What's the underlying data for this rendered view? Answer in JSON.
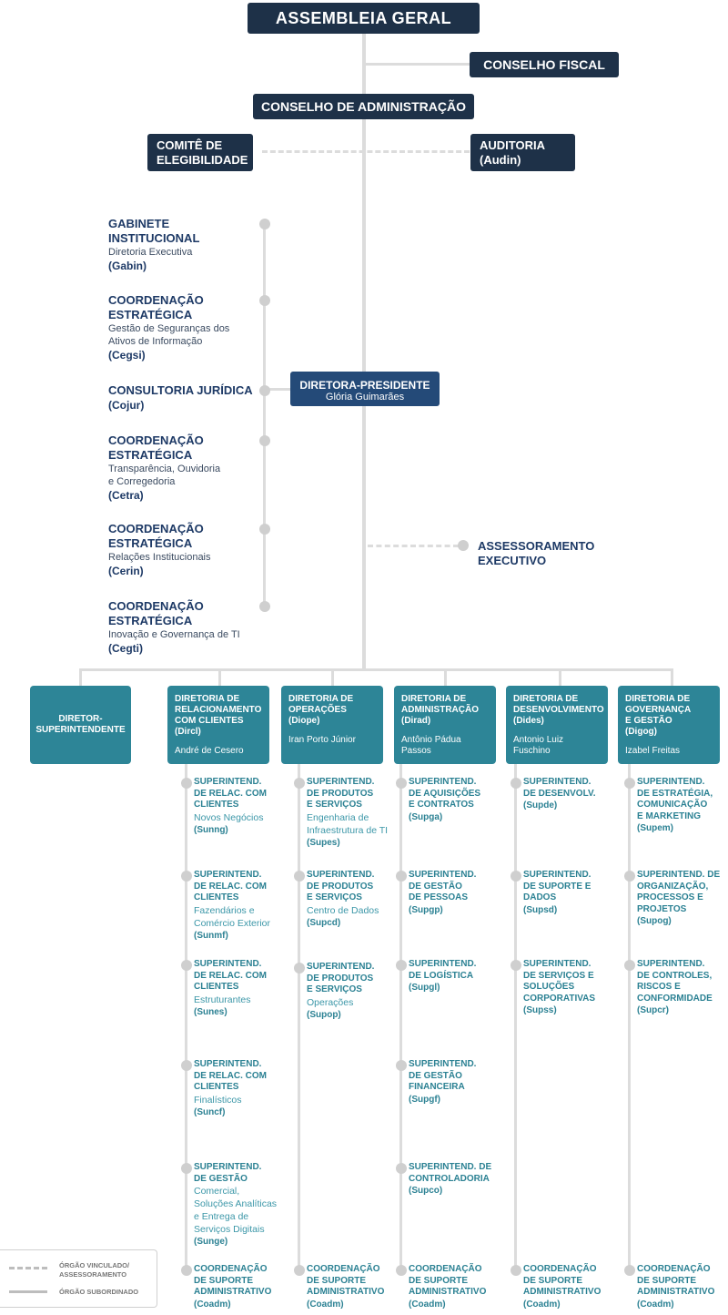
{
  "top": {
    "assembleia": "ASSEMBLEIA GERAL",
    "conselho_fiscal": "CONSELHO FISCAL",
    "conselho_adm": "CONSELHO DE ADMINISTRAÇÃO",
    "comite": "COMITÊ DE\nELEGIBILIDADE",
    "auditoria": "AUDITORIA\n(Audin)"
  },
  "presidente": {
    "title": "DIRETORA-PRESIDENTE",
    "name": "Glória Guimarães"
  },
  "assessoramento": "ASSESSORAMENTO\nEXECUTIVO",
  "left_units": [
    {
      "title": "GABINETE\nINSTITUCIONAL",
      "sub": "Diretoria Executiva",
      "code": "(Gabin)"
    },
    {
      "title": "COORDENAÇÃO\nESTRATÉGICA",
      "sub": "Gestão de Seguranças dos\nAtivos de Informação",
      "code": "(Cegsi)"
    },
    {
      "title": "CONSULTORIA JURÍDICA",
      "sub": "",
      "code": "(Cojur)"
    },
    {
      "title": "COORDENAÇÃO\nESTRATÉGICA",
      "sub": "Transparência, Ouvidoria\ne Corregedoria",
      "code": "(Cetra)"
    },
    {
      "title": "COORDENAÇÃO\nESTRATÉGICA",
      "sub": "Relações Institucionais",
      "code": "(Cerin)"
    },
    {
      "title": "COORDENAÇÃO\nESTRATÉGICA",
      "sub": "Inovação e Governança de TI",
      "code": "(Cegti)"
    }
  ],
  "diretor_super": "DIRETOR-\nSUPERINTENDENTE",
  "diretorias": [
    {
      "title": "DIRETORIA DE\nRELACIONAMENTO\nCOM CLIENTES\n(Dircl)",
      "name": "André de Cesero",
      "sups": [
        {
          "title": "SUPERINTEND.\nDE RELAC. COM\nCLIENTES",
          "sub": "Novos Negócios",
          "code": "(Sunng)"
        },
        {
          "title": "SUPERINTEND.\nDE RELAC. COM\nCLIENTES",
          "sub": "Fazendários e\nComércio Exterior",
          "code": "(Sunmf)"
        },
        {
          "title": "SUPERINTEND.\nDE RELAC. COM\nCLIENTES",
          "sub": "Estruturantes",
          "code": "(Sunes)"
        },
        {
          "title": "SUPERINTEND.\nDE RELAC. COM\nCLIENTES",
          "sub": "Finalísticos",
          "code": "(Suncf)"
        },
        {
          "title": "SUPERINTEND.\nDE GESTÃO",
          "sub": "Comercial,\nSoluções Analíticas\ne Entrega de\nServiços Digitais",
          "code": "(Sunge)"
        }
      ],
      "coadm": {
        "title": "COORDENAÇÃO\nDE SUPORTE\nADMINISTRATIVO",
        "code": "(Coadm)"
      }
    },
    {
      "title": "DIRETORIA DE\nOPERAÇÕES\n(Diope)",
      "name": "Iran Porto Júnior",
      "sups": [
        {
          "title": "SUPERINTEND.\nDE PRODUTOS\nE SERVIÇOS",
          "sub": "Engenharia de\nInfraestrutura de TI",
          "code": "(Supes)"
        },
        {
          "title": "SUPERINTEND.\nDE PRODUTOS\nE SERVIÇOS",
          "sub": "Centro de Dados",
          "code": "(Supcd)"
        },
        {
          "title": "SUPERINTEND.\nDE PRODUTOS\nE SERVIÇOS",
          "sub": "Operações",
          "code": "(Supop)"
        }
      ],
      "coadm": {
        "title": "COORDENAÇÃO\nDE SUPORTE\nADMINISTRATIVO",
        "code": "(Coadm)"
      }
    },
    {
      "title": "DIRETORIA DE\nADMINISTRAÇÃO\n(Dirad)",
      "name": "Antônio Pádua Passos",
      "sups": [
        {
          "title": "SUPERINTEND.\nDE AQUISIÇÕES\nE CONTRATOS",
          "sub": "",
          "code": "(Supga)"
        },
        {
          "title": "SUPERINTEND.\nDE GESTÃO\nDE PESSOAS",
          "sub": "",
          "code": "(Supgp)"
        },
        {
          "title": "SUPERINTEND.\nDE LOGÍSTICA",
          "sub": "",
          "code": "(Supgl)"
        },
        {
          "title": "SUPERINTEND.\nDE GESTÃO\nFINANCEIRA",
          "sub": "",
          "code": "(Supgf)"
        },
        {
          "title": "SUPERINTEND. DE\nCONTROLADORIA",
          "sub": "",
          "code": "(Supco)"
        }
      ],
      "coadm": {
        "title": "COORDENAÇÃO\nDE SUPORTE\nADMINISTRATIVO",
        "code": "(Coadm)"
      }
    },
    {
      "title": "DIRETORIA DE\nDESENVOLVIMENTO\n(Dides)",
      "name": "Antonio Luiz Fuschino",
      "sups": [
        {
          "title": "SUPERINTEND.\nDE DESENVOLV.",
          "sub": "",
          "code": "(Supde)"
        },
        {
          "title": "SUPERINTEND.\nDE SUPORTE E\nDADOS",
          "sub": "",
          "code": "(Supsd)"
        },
        {
          "title": "SUPERINTEND.\nDE SERVIÇOS E\nSOLUÇÕES\nCORPORATIVAS",
          "sub": "",
          "code": "(Supss)"
        }
      ],
      "coadm": {
        "title": "COORDENAÇÃO\nDE SUPORTE\nADMINISTRATIVO",
        "code": "(Coadm)"
      }
    },
    {
      "title": "DIRETORIA DE\nGOVERNANÇA\nE GESTÃO\n(Digog)",
      "name": "Izabel Freitas",
      "sups": [
        {
          "title": "SUPERINTEND.\nDE ESTRATÉGIA,\nCOMUNICAÇÃO\nE MARKETING",
          "sub": "",
          "code": "(Supem)"
        },
        {
          "title": "SUPERINTEND. DE\nORGANIZAÇÃO,\nPROCESSOS E\nPROJETOS",
          "sub": "",
          "code": "(Supog)"
        },
        {
          "title": "SUPERINTEND.\nDE CONTROLES,\nRISCOS E\nCONFORMIDADE",
          "sub": "",
          "code": "(Supcr)"
        }
      ],
      "coadm": {
        "title": "COORDENAÇÃO\nDE SUPORTE\nADMINISTRATIVO",
        "code": "(Coadm)"
      }
    }
  ],
  "legend": {
    "vinculado": "ÓRGÃO VINCULADO/\nASSESSORAMENTO",
    "subordinado": "ÓRGÃO SUBORDINADO"
  }
}
